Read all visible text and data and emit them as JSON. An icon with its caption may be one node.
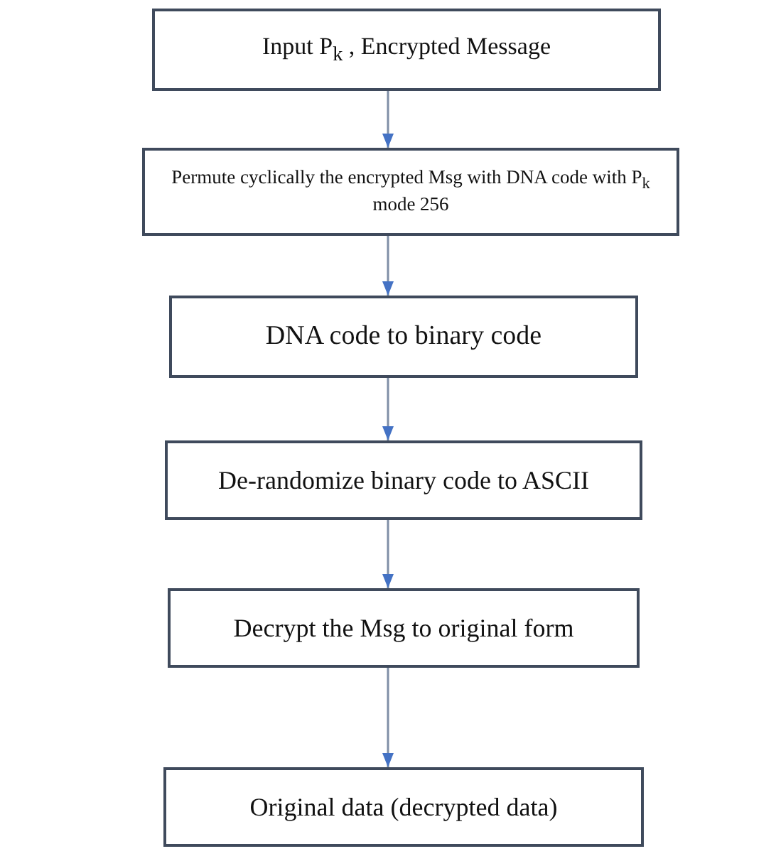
{
  "diagram": {
    "nodes": [
      {
        "text": [
          "Input P$_{k}$ , Encrypted Message"
        ]
      },
      {
        "text": [
          "Permute cyclically the encrypted Msg with DNA code with P$_{k}$ mode 256"
        ]
      },
      {
        "text": [
          "DNA code to binary code"
        ]
      },
      {
        "text": [
          "De-randomize binary code to ASCII"
        ]
      },
      {
        "text": [
          "Decrypt the Msg to original form"
        ]
      },
      {
        "text": [
          "Original data (decrypted data)"
        ]
      }
    ],
    "edges": [
      {
        "from": 0,
        "to": 1,
        "arrow": "to"
      },
      {
        "from": 1,
        "to": 2,
        "arrow": "to"
      },
      {
        "from": 2,
        "to": 3,
        "arrow": "to"
      },
      {
        "from": 3,
        "to": 4,
        "arrow": "to"
      },
      {
        "from": 4,
        "to": 5,
        "arrow": "to"
      }
    ]
  }
}
